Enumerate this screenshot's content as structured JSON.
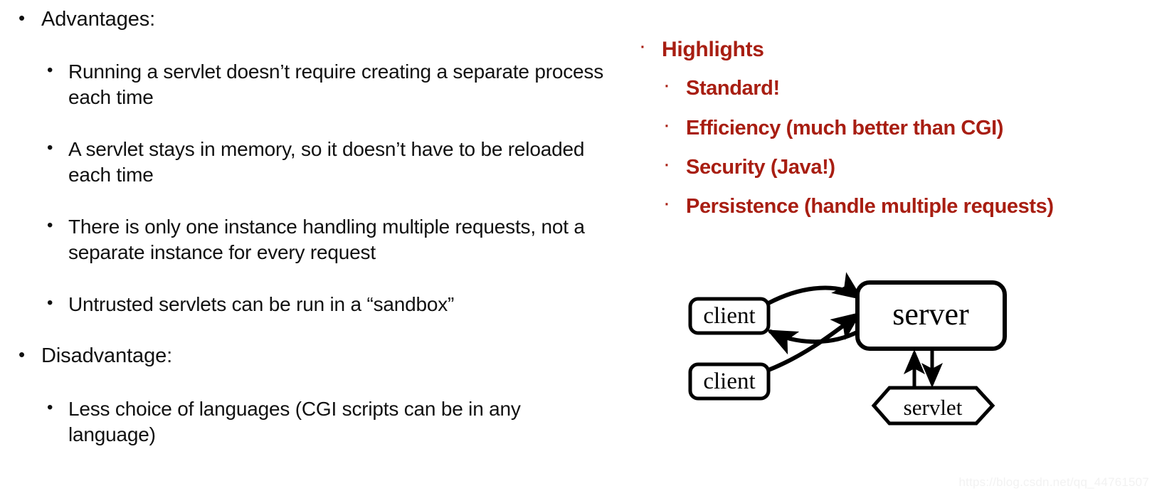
{
  "slide": {
    "watermark": "https://blog.csdn.net/qq_44761507",
    "accent_red": "#A81E12",
    "text_black": "#111111",
    "bullet_glyph_l1": "•",
    "bullet_glyph_l2": "•",
    "bullet_glyph_red": "·"
  },
  "left_column": {
    "sections": [
      {
        "heading": "Advantages:",
        "items": [
          "Running a servlet doesn’t require creating a separate process each time",
          "A servlet stays in memory, so it doesn’t have to be reloaded each time",
          "There is only one instance handling multiple requests, not a separate instance for every request",
          "Untrusted servlets can be run in a “sandbox”"
        ]
      },
      {
        "heading": "Disadvantage:",
        "items": [
          "Less choice of languages (CGI scripts can be in any language)"
        ]
      }
    ]
  },
  "right_column": {
    "heading": "Highlights",
    "items": [
      "Standard!",
      "Efficiency (much better than CGI)",
      "Security (Java!)",
      "Persistence (handle multiple requests)"
    ]
  },
  "diagram": {
    "nodes": {
      "client_top": "client",
      "client_bottom": "client",
      "server": "server",
      "servlet": "servlet"
    }
  }
}
